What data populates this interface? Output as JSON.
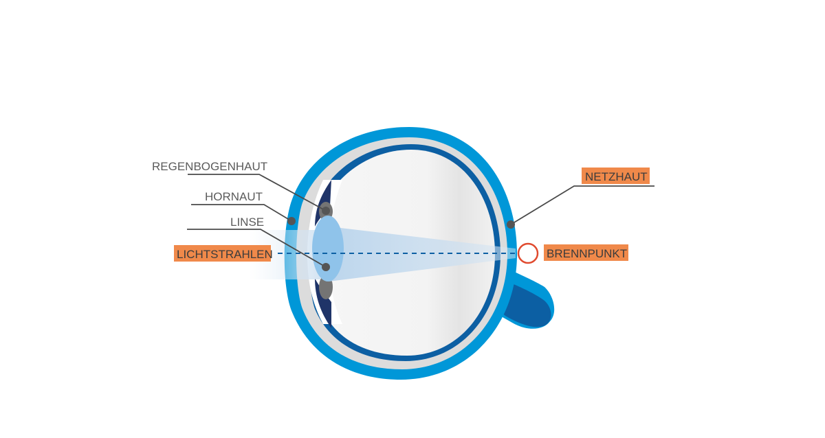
{
  "labels": {
    "iris": "REGENBOGENHAUT",
    "cornea": "HORNAUT",
    "lens": "LINSE",
    "light_rays": "LICHTSTRAHLEN",
    "retina": "NETZHAUT",
    "focal_point": "BRENNPUNKT"
  },
  "colors": {
    "sclera": "#0097d8",
    "choroid": "#dcdcdc",
    "retina_band": "#0c5fa3",
    "iris_dark": "#1f3468",
    "lens": "#8fc3ea",
    "pupil_gray": "#747474",
    "highlight": "#f0894a",
    "focus_ring": "#e04a2e",
    "leader_line": "#4a4a4a",
    "optic_nerve": "#0c5fa3"
  }
}
